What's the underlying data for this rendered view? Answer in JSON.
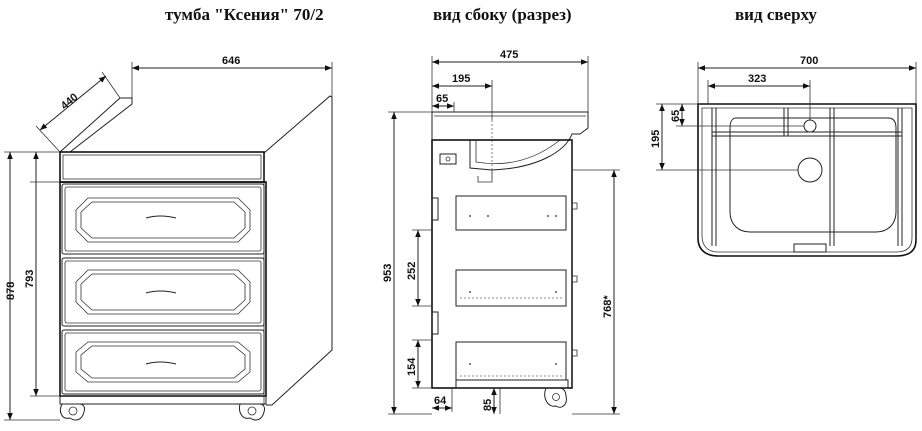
{
  "titles": {
    "front": "тумба \"Ксения\" 70/2",
    "side": "вид сбоку (разрез)",
    "top": "вид сверху"
  },
  "front_dims": {
    "width": "646",
    "depth": "440",
    "total_height": "878",
    "body_height": "793"
  },
  "side_dims": {
    "depth": "475",
    "basin_offset": "195",
    "back_offset": "65",
    "total_height": "953",
    "drawer_pitch": "252",
    "drawer_lower": "154",
    "leg_depth": "64",
    "leg_height": "85",
    "body_height": "768*"
  },
  "top_dims": {
    "width": "700",
    "center_offset": "323",
    "depth_195": "195",
    "depth_65": "65"
  }
}
